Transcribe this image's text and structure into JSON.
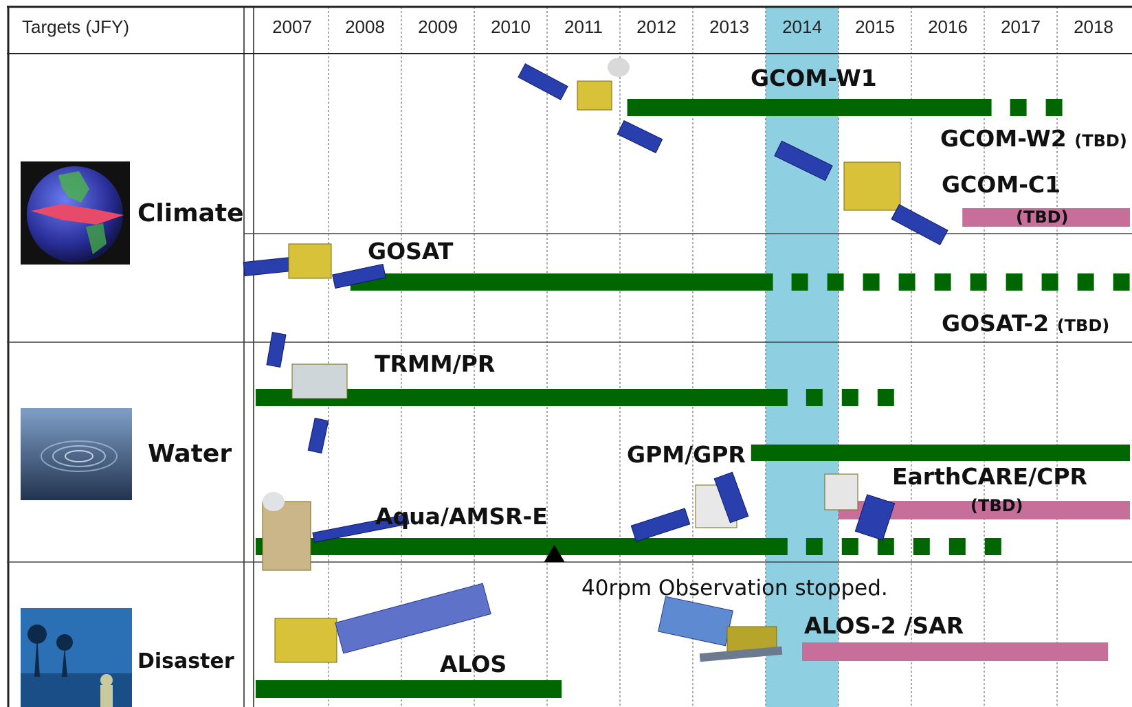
{
  "header": {
    "title": "Targets (JFY)"
  },
  "years": [
    "2007",
    "2008",
    "2009",
    "2010",
    "2011",
    "2012",
    "2013",
    "2014",
    "2015",
    "2016",
    "2017",
    "2018"
  ],
  "highlight_year": "2014",
  "colors": {
    "operating": "#006600",
    "planned": "#c86e9b",
    "highlight": "#8ecfe1",
    "grid": "#555555"
  },
  "categories": [
    {
      "id": "climate",
      "label": "Climate",
      "icon": "earth-globe-image"
    },
    {
      "id": "water",
      "label": "Water",
      "icon": "water-ripple-image"
    },
    {
      "id": "disaster",
      "label": "Disaster",
      "icon": "flood-disaster-image"
    }
  ],
  "missions": {
    "gcom_w1": {
      "name": "GCOM-W1",
      "status": "operating",
      "start": 2012.1,
      "end": 2017.1,
      "dotted_until": 2018.5
    },
    "gcom_w2": {
      "name": "GCOM-W2",
      "tbd": "(TBD)"
    },
    "gcom_c1": {
      "name": "GCOM-C1",
      "tbd": "(TBD)",
      "status": "planned",
      "start": 2016.7,
      "end": 2019.0
    },
    "gosat": {
      "name": "GOSAT",
      "status": "operating",
      "start": 2008.3,
      "end": 2014.1,
      "dotted_until": 2019.0
    },
    "gosat_2": {
      "name": "GOSAT-2",
      "tbd": "(TBD)"
    },
    "trmm_pr": {
      "name": "TRMM/PR",
      "status": "operating",
      "start": 2007.0,
      "end": 2014.3,
      "dotted_until": 2015.8
    },
    "gpm_gpr": {
      "name": "GPM/GPR",
      "status": "operating",
      "start": 2013.8,
      "end": 2019.0
    },
    "earthcare_cpr": {
      "name": "EarthCARE/CPR",
      "tbd": "(TBD)",
      "status": "planned",
      "start": 2015.0,
      "end": 2019.0
    },
    "aqua_amsr_e": {
      "name": "Aqua/AMSR-E",
      "status": "operating",
      "start": 2007.0,
      "end": 2014.3,
      "dotted_until": 2017.3
    },
    "alos_2_sar": {
      "name": "ALOS-2 /SAR",
      "status": "planned",
      "start": 2014.5,
      "end": 2018.7
    },
    "alos": {
      "name": "ALOS",
      "status": "operating",
      "start": 2007.0,
      "end": 2011.2
    }
  },
  "annotations": {
    "amsr_note": {
      "text": "40rpm Observation stopped.",
      "year": 2011.1
    }
  }
}
